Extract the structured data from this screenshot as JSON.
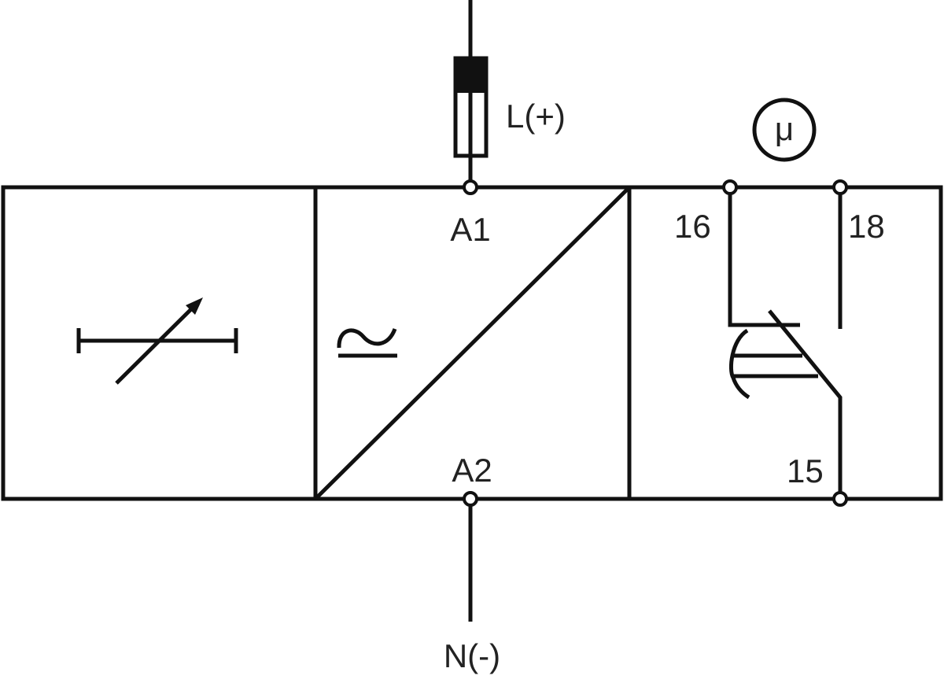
{
  "diagram": {
    "supply_positive": "L(+)",
    "supply_negative": "N(-)",
    "terminals": {
      "a1": "A1",
      "a2": "A2",
      "t16": "16",
      "t18": "18",
      "t15": "15"
    },
    "micro_symbol": "μ",
    "line_color": "#111111"
  }
}
